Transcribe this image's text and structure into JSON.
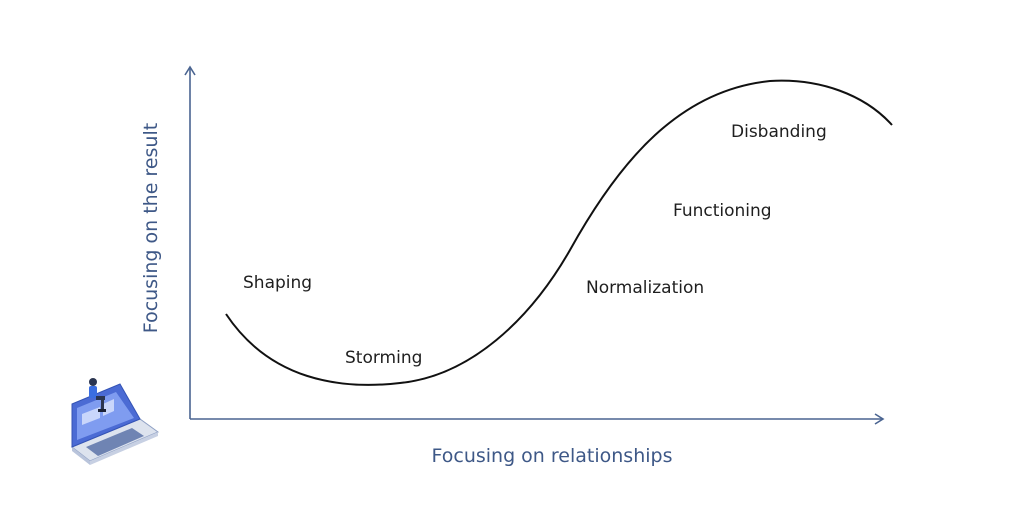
{
  "colors": {
    "axis": "#4a6491",
    "axis_label": "#3e5887",
    "curve": "#111111",
    "stage_text": "#1f1f1f"
  },
  "axes": {
    "x_label": "Focusing on relationships",
    "y_label": "Focusing on the result"
  },
  "stages": [
    {
      "label": "Shaping"
    },
    {
      "label": "Storming"
    },
    {
      "label": "Normalization"
    },
    {
      "label": "Functioning"
    },
    {
      "label": "Disbanding"
    }
  ],
  "illustration": {
    "icon": "laptop-person-icon"
  }
}
